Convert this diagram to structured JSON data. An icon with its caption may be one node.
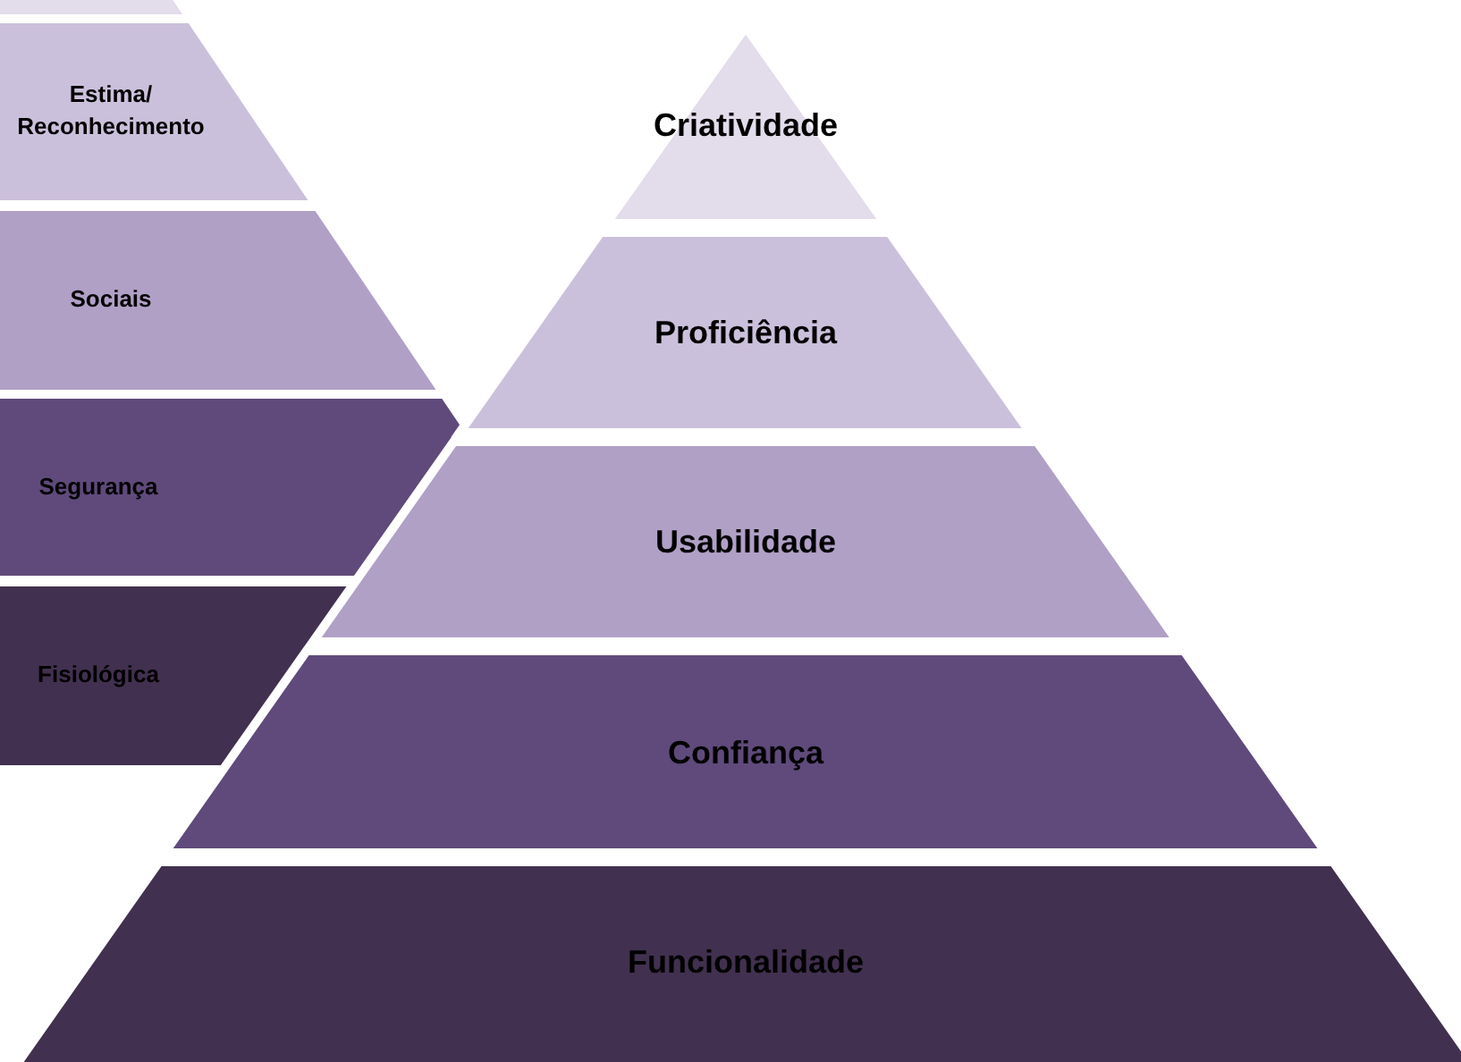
{
  "diagram": {
    "nodes": [
      {
        "text": [],
        "shape": "bar"
      },
      {
        "text": [
          "Estima/ Reconhecimento"
        ]
      },
      {
        "text": [
          "Sociais"
        ]
      },
      {
        "text": [
          "Segurança"
        ]
      },
      {
        "text": [
          "Fisiológica"
        ]
      },
      {
        "text": [
          "Criatividade"
        ]
      },
      {
        "text": [
          "Proficiência"
        ]
      },
      {
        "text": [
          "Usabilidade"
        ]
      },
      {
        "text": [
          "Confiança"
        ]
      },
      {
        "text": [
          "Funcionalidade"
        ]
      }
    ]
  }
}
